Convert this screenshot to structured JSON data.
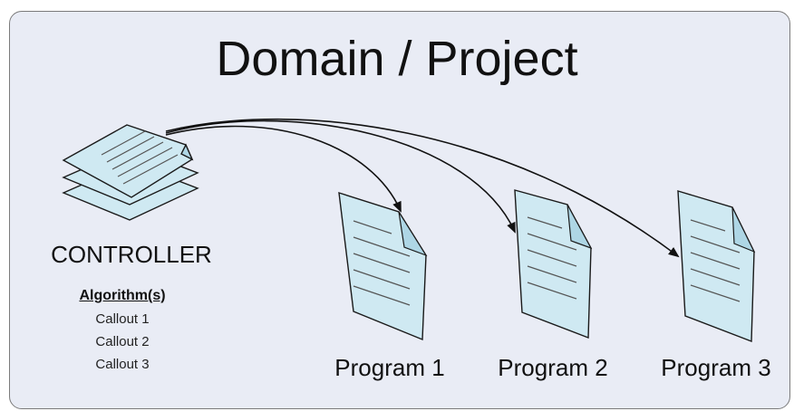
{
  "title": "Domain / Project",
  "controller": {
    "label": "CONTROLLER",
    "algorithm_heading": "Algorithm(s)",
    "callouts": [
      "Callout 1",
      "Callout 2",
      "Callout 3"
    ]
  },
  "programs": [
    {
      "label": "Program 1"
    },
    {
      "label": "Program 2"
    },
    {
      "label": "Program 3"
    }
  ],
  "colors": {
    "background": "#e9ecf5",
    "document_fill": "#cfe9f2",
    "document_stroke": "#1a1a1a",
    "text": "#111111"
  }
}
